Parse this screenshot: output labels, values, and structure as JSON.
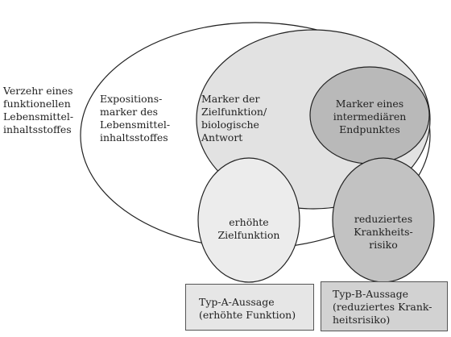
{
  "labels": {
    "consumption": [
      "Verzehr eines",
      "funktionellen",
      "Lebensmittel-",
      "inhaltsstoffes"
    ],
    "exposure_marker": [
      "Expositions-",
      "marker des",
      "Lebensmittel-",
      "inhaltsstoffes"
    ],
    "target_marker": [
      "Marker der",
      "Zielfunktion/",
      "biologische",
      "Antwort"
    ],
    "intermediate_marker": [
      "Marker eines",
      "intermediären",
      "Endpunktes"
    ],
    "increased_function": [
      "erhöhte",
      "Zielfunktion"
    ],
    "reduced_risk": [
      "reduziertes",
      "Krankheits-",
      "risiko"
    ]
  },
  "boxes": {
    "type_a": [
      "Typ-A-Aussage",
      "(erhöhte Funktion)"
    ],
    "type_b": [
      "Typ-B-Aussage",
      "(reduziertes Krank-",
      "heitsrisiko)"
    ]
  },
  "colors": {
    "outline": "#222222",
    "target_fill": "#e2e2e2",
    "intermediate_fill": "#b9b9b9",
    "increased_fill": "#ececec",
    "reduced_fill": "#c2c2c2",
    "box_a_fill": "#e6e6e6",
    "box_b_fill": "#d2d2d2"
  }
}
